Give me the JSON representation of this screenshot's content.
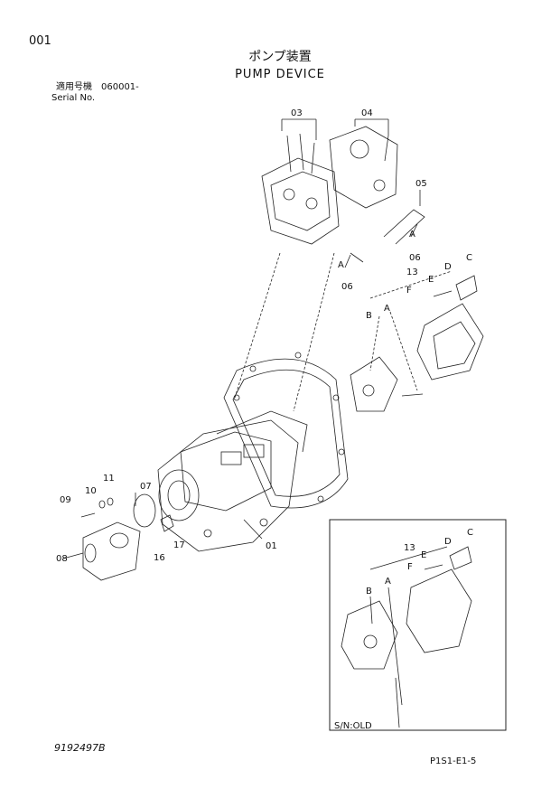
{
  "header": {
    "page_number": "001",
    "title_jp": "ポンプ装置",
    "title_en": "PUMP DEVICE",
    "serial_label_jp": "適用号機",
    "serial_value": "060001-",
    "serial_label_en": "Serial No."
  },
  "callouts": {
    "c01": "01",
    "c03": "03",
    "c04": "04",
    "c05": "05",
    "c06a": "06",
    "c06b": "06",
    "c07": "07",
    "c08": "08",
    "c09": "09",
    "c10": "10",
    "c11": "11",
    "c13a": "13",
    "c13b": "13",
    "c16": "16",
    "c17": "17",
    "A1": "A",
    "A2": "A",
    "A3": "A",
    "A4": "A",
    "B1": "B",
    "B2": "B",
    "C1": "C",
    "C2": "C",
    "D1": "D",
    "D2": "D",
    "E1": "E",
    "E2": "E",
    "F1": "F",
    "F2": "F"
  },
  "inset": {
    "label": "S/N:OLD"
  },
  "footer": {
    "doc_code": "9192497B",
    "page_code": "P1S1-E1-5"
  }
}
